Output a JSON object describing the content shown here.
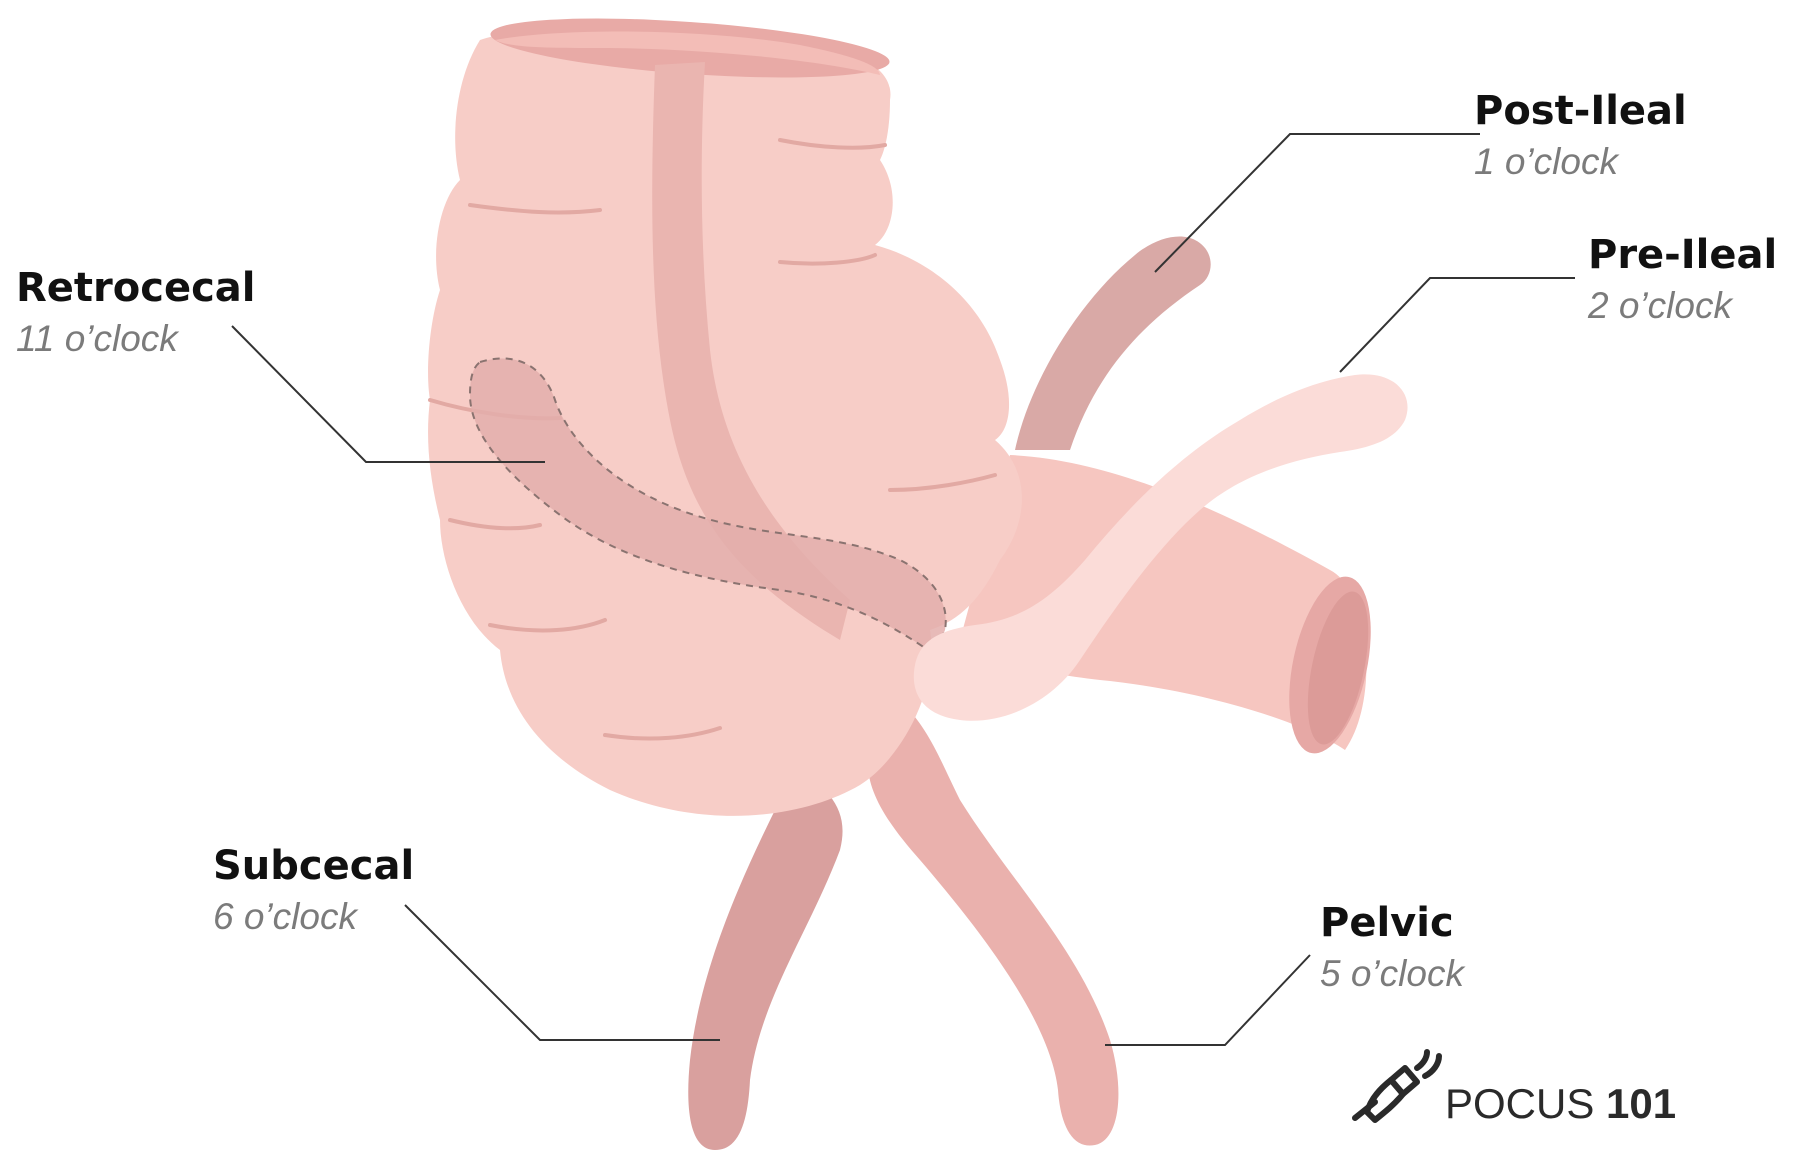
{
  "labels": {
    "post_ileal": {
      "name": "Post-Ileal",
      "position": "1 o’clock"
    },
    "pre_ileal": {
      "name": "Pre-Ileal",
      "position": "2 o’clock"
    },
    "retrocecal": {
      "name": "Retrocecal",
      "position": "11 o’clock"
    },
    "subcecal": {
      "name": "Subcecal",
      "position": "6 o’clock"
    },
    "pelvic": {
      "name": "Pelvic",
      "position": "5 o’clock"
    }
  },
  "logo": {
    "word": "POCUS",
    "number": "101"
  },
  "colors": {
    "cecum": "#f7cdc7",
    "cecum_shadow": "#f0b8b1",
    "taenia": "#eab5b0",
    "ileum": "#f6c6c0",
    "appendix_dark": "#d9a19f",
    "appendix_mid": "#e8b1ad",
    "appendix_light": "#fbdcd8",
    "leader_line": "#333333"
  }
}
